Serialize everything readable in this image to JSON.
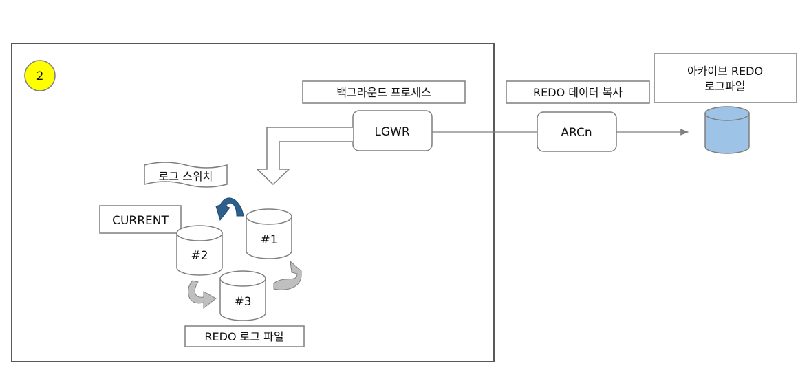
{
  "step_badge": "2",
  "background_process": {
    "label": "백그라운드 프로세스",
    "lgwr": "LGWR"
  },
  "log_switch": "로그 스위치",
  "current_label": "CURRENT",
  "redo_log_files": {
    "group1": "#1",
    "group2": "#2",
    "group3": "#3",
    "caption": "REDO 로그 파일"
  },
  "redo_copy": {
    "label": "REDO 데이터 복사",
    "arcn": "ARCn"
  },
  "archive_redo": {
    "line1": "아카이브 REDO",
    "line2": "로그파일"
  },
  "colors": {
    "badge": "#ffff00",
    "archive_db": "#9dc3e6",
    "switch_arrow": "#2e5f8a",
    "cycle_arrow": "#bfbfbf",
    "border": "#595959"
  }
}
